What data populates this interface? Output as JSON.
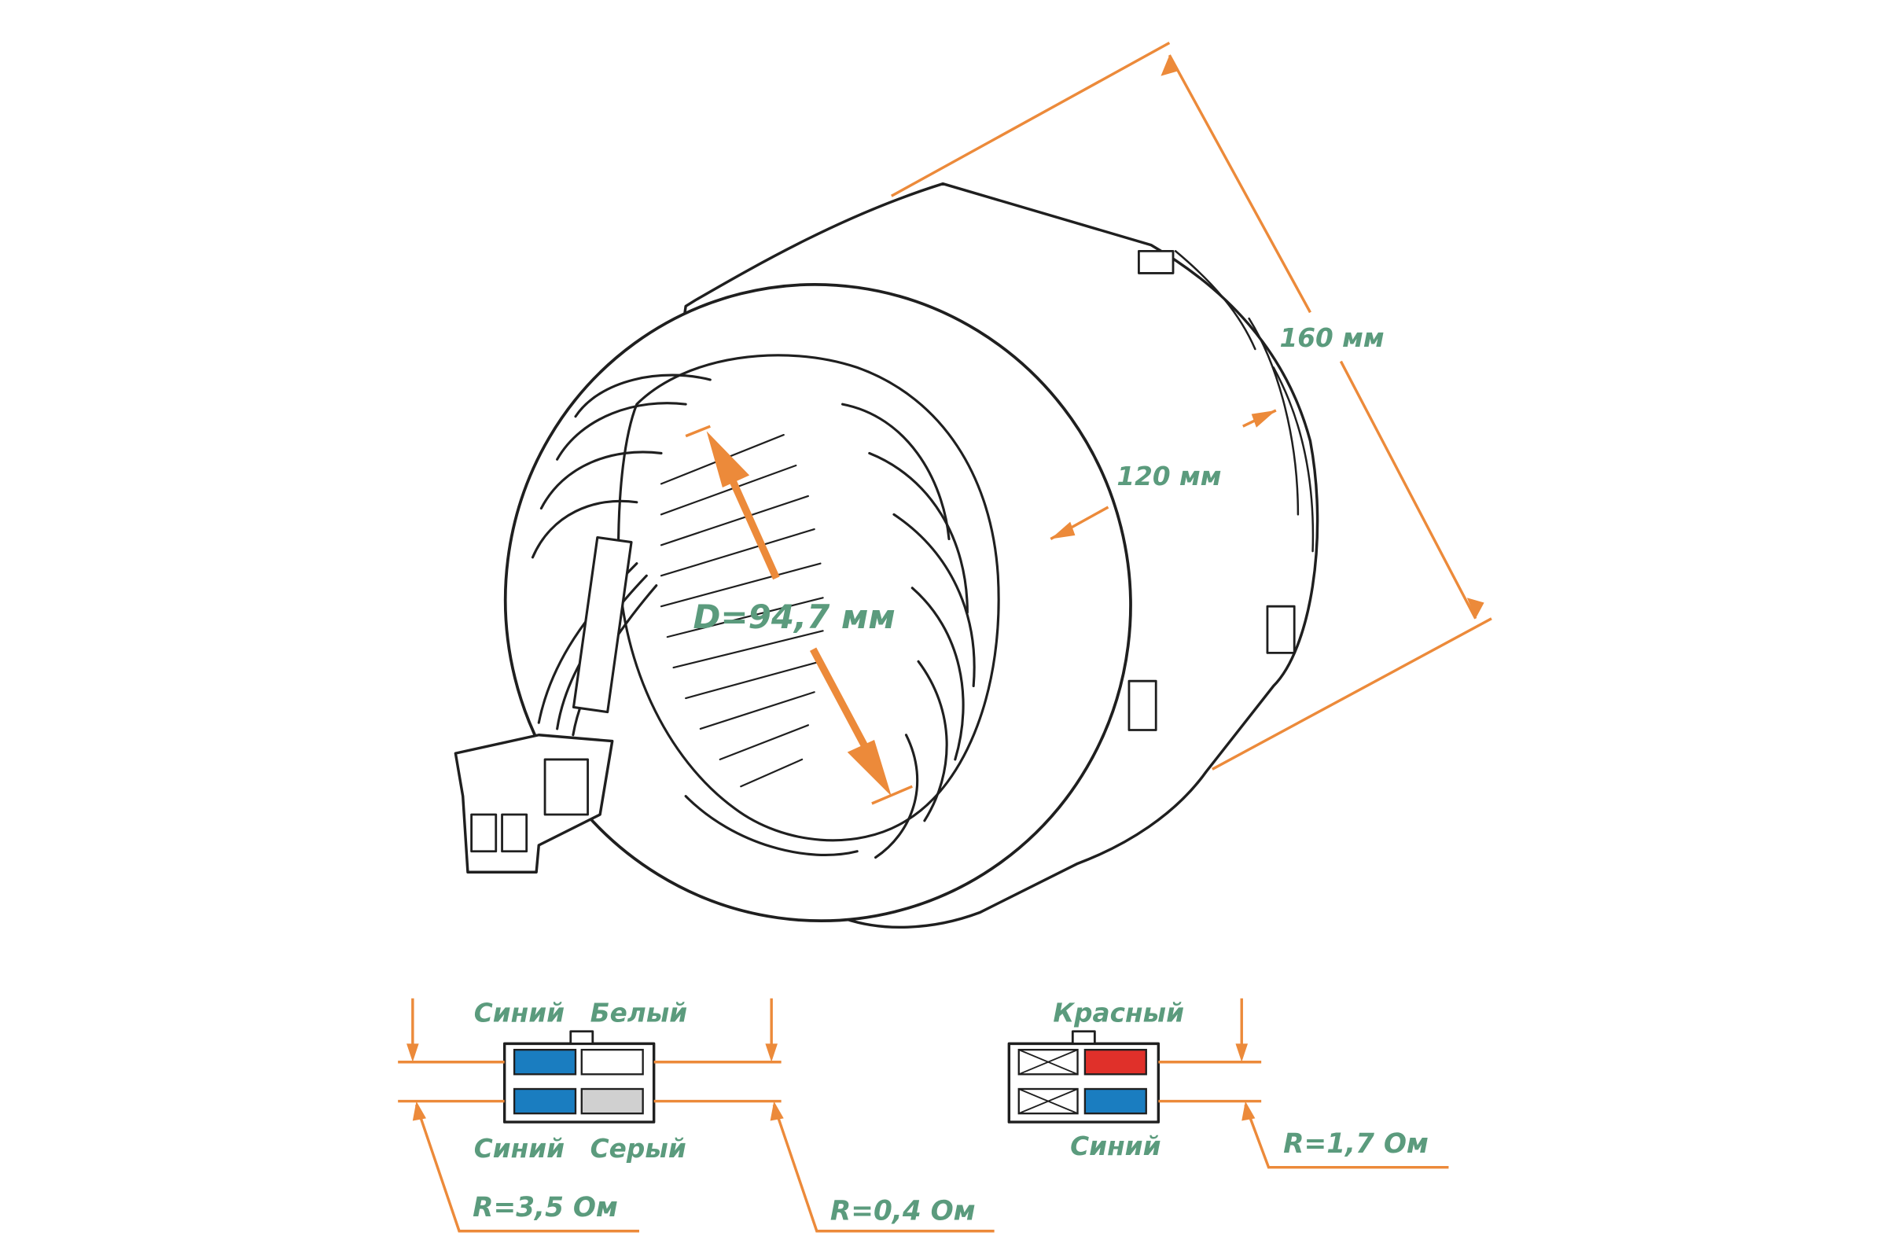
{
  "dimensions": {
    "length": "160 мм",
    "core_length": "120 мм",
    "inner_diameter": "D=94,7 мм"
  },
  "connector_left": {
    "top_left_label": "Синий",
    "top_right_label": "Белый",
    "bottom_left_label": "Синий",
    "bottom_right_label": "Серый",
    "resistance_outer": "R=3,5 Ом",
    "resistance_inner": "R=0,4 Ом",
    "pins": [
      {
        "row": 1,
        "col": 1,
        "color": "#1a7dc0",
        "state": "wire"
      },
      {
        "row": 1,
        "col": 2,
        "color": "#ffffff",
        "state": "wire"
      },
      {
        "row": 2,
        "col": 1,
        "color": "#1a7dc0",
        "state": "wire"
      },
      {
        "row": 2,
        "col": 2,
        "color": "#d0d0d0",
        "state": "wire"
      }
    ]
  },
  "connector_right": {
    "top_label": "Красный",
    "bottom_label": "Синий",
    "resistance": "R=1,7 Ом",
    "pins": [
      {
        "row": 1,
        "col": 1,
        "color": "#ffffff",
        "state": "empty"
      },
      {
        "row": 1,
        "col": 2,
        "color": "#e0302a",
        "state": "wire"
      },
      {
        "row": 2,
        "col": 1,
        "color": "#ffffff",
        "state": "empty"
      },
      {
        "row": 2,
        "col": 2,
        "color": "#1a7dc0",
        "state": "wire"
      }
    ]
  },
  "colors": {
    "dimension_line": "#ec8a3a",
    "label_text": "#5b9b7d",
    "outline": "#1f1f1f",
    "blue_wire": "#1a7dc0",
    "red_wire": "#e0302a",
    "gray_wire": "#d0d0d0"
  }
}
